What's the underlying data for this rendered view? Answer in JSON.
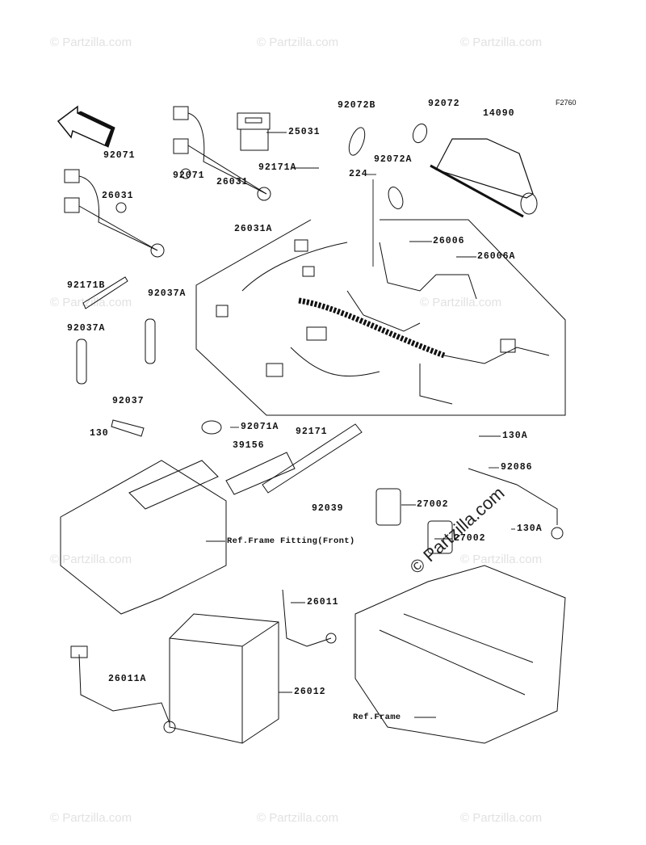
{
  "figure_code": "F2760",
  "front_arrow": "FRONT",
  "watermark": "© Partzilla.com",
  "watermark_main": "© Partzilla.com",
  "parts": [
    {
      "id": "92072B"
    },
    {
      "id": "92072"
    },
    {
      "id": "14090"
    },
    {
      "id": "25031"
    },
    {
      "id": "92071"
    },
    {
      "id": "92071"
    },
    {
      "id": "26031"
    },
    {
      "id": "92171A"
    },
    {
      "id": "92072A"
    },
    {
      "id": "224"
    },
    {
      "id": "26031"
    },
    {
      "id": "26031A"
    },
    {
      "id": "26006"
    },
    {
      "id": "26006A"
    },
    {
      "id": "92171B"
    },
    {
      "id": "92037A"
    },
    {
      "id": "92037A"
    },
    {
      "id": "92037"
    },
    {
      "id": "130"
    },
    {
      "id": "92071A"
    },
    {
      "id": "92171"
    },
    {
      "id": "39156"
    },
    {
      "id": "130A"
    },
    {
      "id": "92086"
    },
    {
      "id": "92039"
    },
    {
      "id": "27002"
    },
    {
      "id": "130A"
    },
    {
      "id": "27002"
    },
    {
      "id": "26011"
    },
    {
      "id": "26011A"
    },
    {
      "id": "26012"
    }
  ],
  "references": {
    "frame_fitting_front": "Ref.Frame Fitting(Front)",
    "frame": "Ref.Frame"
  }
}
